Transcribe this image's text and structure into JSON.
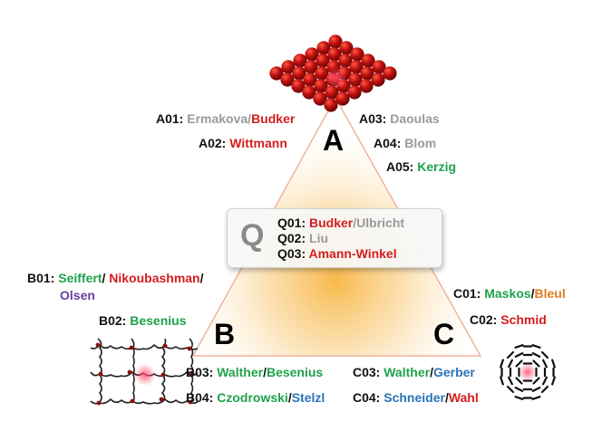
{
  "colors": {
    "black": "#111111",
    "red": "#d41d1d",
    "grey": "#9a9a9a",
    "green": "#1fa24a",
    "purple": "#6a3fa0",
    "orange": "#e07b1f",
    "blue": "#2a73b8",
    "q_letter": "#8a8a8a",
    "triangle_edge": "#f0b39a",
    "triangle_fill_center": "#f7b541"
  },
  "icons": {
    "corner_a": "red-sphere-lattice-icon",
    "corner_b": "polymer-network-icon",
    "corner_c": "spin-texture-icon"
  },
  "corners": {
    "a": "A",
    "b": "B",
    "c": "C"
  },
  "q_box": {
    "letter": "Q",
    "projects": [
      {
        "code": "Q01:",
        "parts": [
          {
            "text": "Budker",
            "color": "red"
          },
          {
            "text": "/",
            "color": "grey"
          },
          {
            "text": "Ulbricht",
            "color": "grey"
          }
        ]
      },
      {
        "code": "Q02:",
        "parts": [
          {
            "text": "Liu",
            "color": "grey"
          }
        ]
      },
      {
        "code": "Q03:",
        "parts": [
          {
            "text": "Amann-Winkel",
            "color": "red"
          }
        ]
      }
    ]
  },
  "projects": {
    "a01": {
      "code": "A01:",
      "parts": [
        {
          "text": "Ermakova",
          "color": "grey"
        },
        {
          "text": "/",
          "color": "grey"
        },
        {
          "text": "Budker",
          "color": "red"
        }
      ]
    },
    "a02": {
      "code": "A02:",
      "parts": [
        {
          "text": "Wittmann",
          "color": "red"
        }
      ]
    },
    "a03": {
      "code": "A03:",
      "parts": [
        {
          "text": "Daoulas",
          "color": "grey"
        }
      ]
    },
    "a04": {
      "code": "A04:",
      "parts": [
        {
          "text": "Blom",
          "color": "grey"
        }
      ]
    },
    "a05": {
      "code": "A05:",
      "parts": [
        {
          "text": "Kerzig",
          "color": "green"
        }
      ]
    },
    "b01": {
      "code": "B01:",
      "parts": [
        {
          "text": "Seiffert",
          "color": "green"
        },
        {
          "text": "/ ",
          "color": "black"
        },
        {
          "text": "Nikoubashman",
          "color": "red"
        },
        {
          "text": "/",
          "color": "black"
        }
      ],
      "line2": [
        {
          "text": "Olsen",
          "color": "purple"
        }
      ]
    },
    "b02": {
      "code": "B02:",
      "parts": [
        {
          "text": "Besenius",
          "color": "green"
        }
      ]
    },
    "b03": {
      "code": "B03:",
      "parts": [
        {
          "text": "Walther",
          "color": "green"
        },
        {
          "text": "/",
          "color": "black"
        },
        {
          "text": "Besenius",
          "color": "green"
        }
      ]
    },
    "b04": {
      "code": "B04:",
      "parts": [
        {
          "text": "Czodrowski",
          "color": "green"
        },
        {
          "text": "/",
          "color": "black"
        },
        {
          "text": "Stelzl",
          "color": "blue"
        }
      ]
    },
    "c01": {
      "code": "C01:",
      "parts": [
        {
          "text": "Maskos",
          "color": "green"
        },
        {
          "text": "/",
          "color": "black"
        },
        {
          "text": "Bleul",
          "color": "orange"
        }
      ]
    },
    "c02": {
      "code": "C02:",
      "parts": [
        {
          "text": "Schmid",
          "color": "red"
        }
      ]
    },
    "c03": {
      "code": "C03:",
      "parts": [
        {
          "text": "Walther",
          "color": "green"
        },
        {
          "text": "/",
          "color": "black"
        },
        {
          "text": "Gerber",
          "color": "blue"
        }
      ]
    },
    "c04": {
      "code": "C04:",
      "parts": [
        {
          "text": "Schneider",
          "color": "blue"
        },
        {
          "text": "/",
          "color": "black"
        },
        {
          "text": "Wahl",
          "color": "red"
        }
      ]
    }
  }
}
